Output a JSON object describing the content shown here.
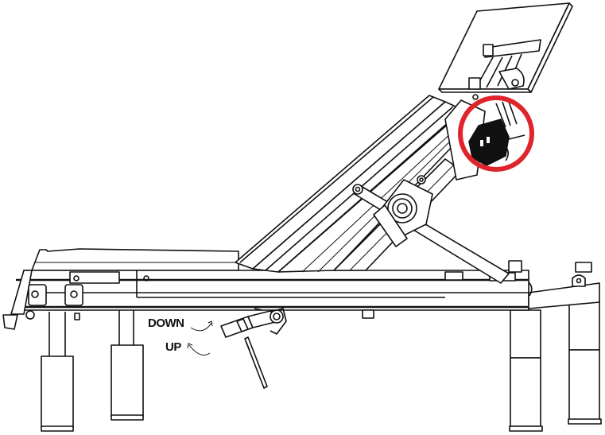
{
  "diagram": {
    "subject": "adjustable-incline-bench-side-view",
    "labels": {
      "down": "DOWN",
      "up": "UP"
    },
    "highlight": {
      "shape": "circle",
      "color": "#e0242b",
      "target": "backrest-adjustment-mechanism"
    },
    "line_color": "#111111",
    "background": "#ffffff"
  }
}
